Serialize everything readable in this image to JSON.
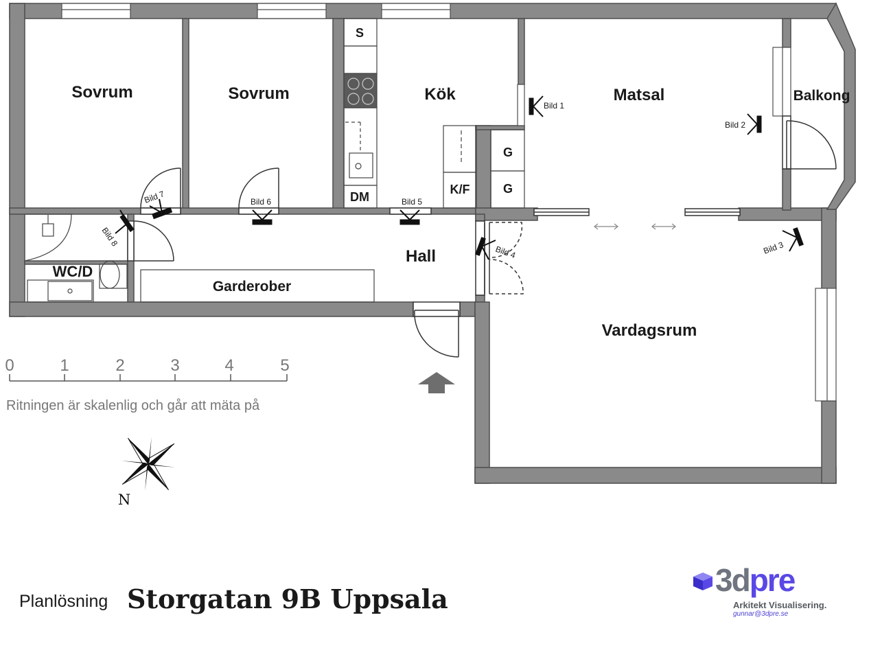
{
  "rooms": {
    "sovrum_1": "Sovrum",
    "sovrum_2": "Sovrum",
    "kok": "Kök",
    "matsal": "Matsal",
    "balkong": "Balkong",
    "hall": "Hall",
    "wc": "WC/D",
    "garderober": "Garderober",
    "vardagsrum": "Vardagsrum"
  },
  "fixtures": {
    "s": "S",
    "dm": "DM",
    "kf": "K/F",
    "g1": "G",
    "g2": "G"
  },
  "photo_markers": {
    "bild1": "Bild 1",
    "bild2": "Bild 2",
    "bild3": "Bild 3",
    "bild4": "Bild 4",
    "bild5": "Bild 5",
    "bild6": "Bild 6",
    "bild7": "Bild 7",
    "bild8": "Bild 8"
  },
  "scale": {
    "ticks": [
      "0",
      "1",
      "2",
      "3",
      "4",
      "5"
    ],
    "note": "Ritningen är skalenlig och går att mäta på"
  },
  "compass": {
    "north_label": "N"
  },
  "footer": {
    "plan_word": "Planlösning",
    "address": "Storgatan 9B Uppsala"
  },
  "logo": {
    "part1": "3d",
    "part2": "pre",
    "tagline": "Arkitekt Visualisering.",
    "email": "gunnar@3dpre.se"
  },
  "colors": {
    "wall": "#8a8a8a",
    "wall_outline": "#4d4d4d",
    "text": "#1a1a1a",
    "muted_text": "#777777",
    "logo_blue": "#5a48e6",
    "logo_gray": "#6f7480"
  }
}
